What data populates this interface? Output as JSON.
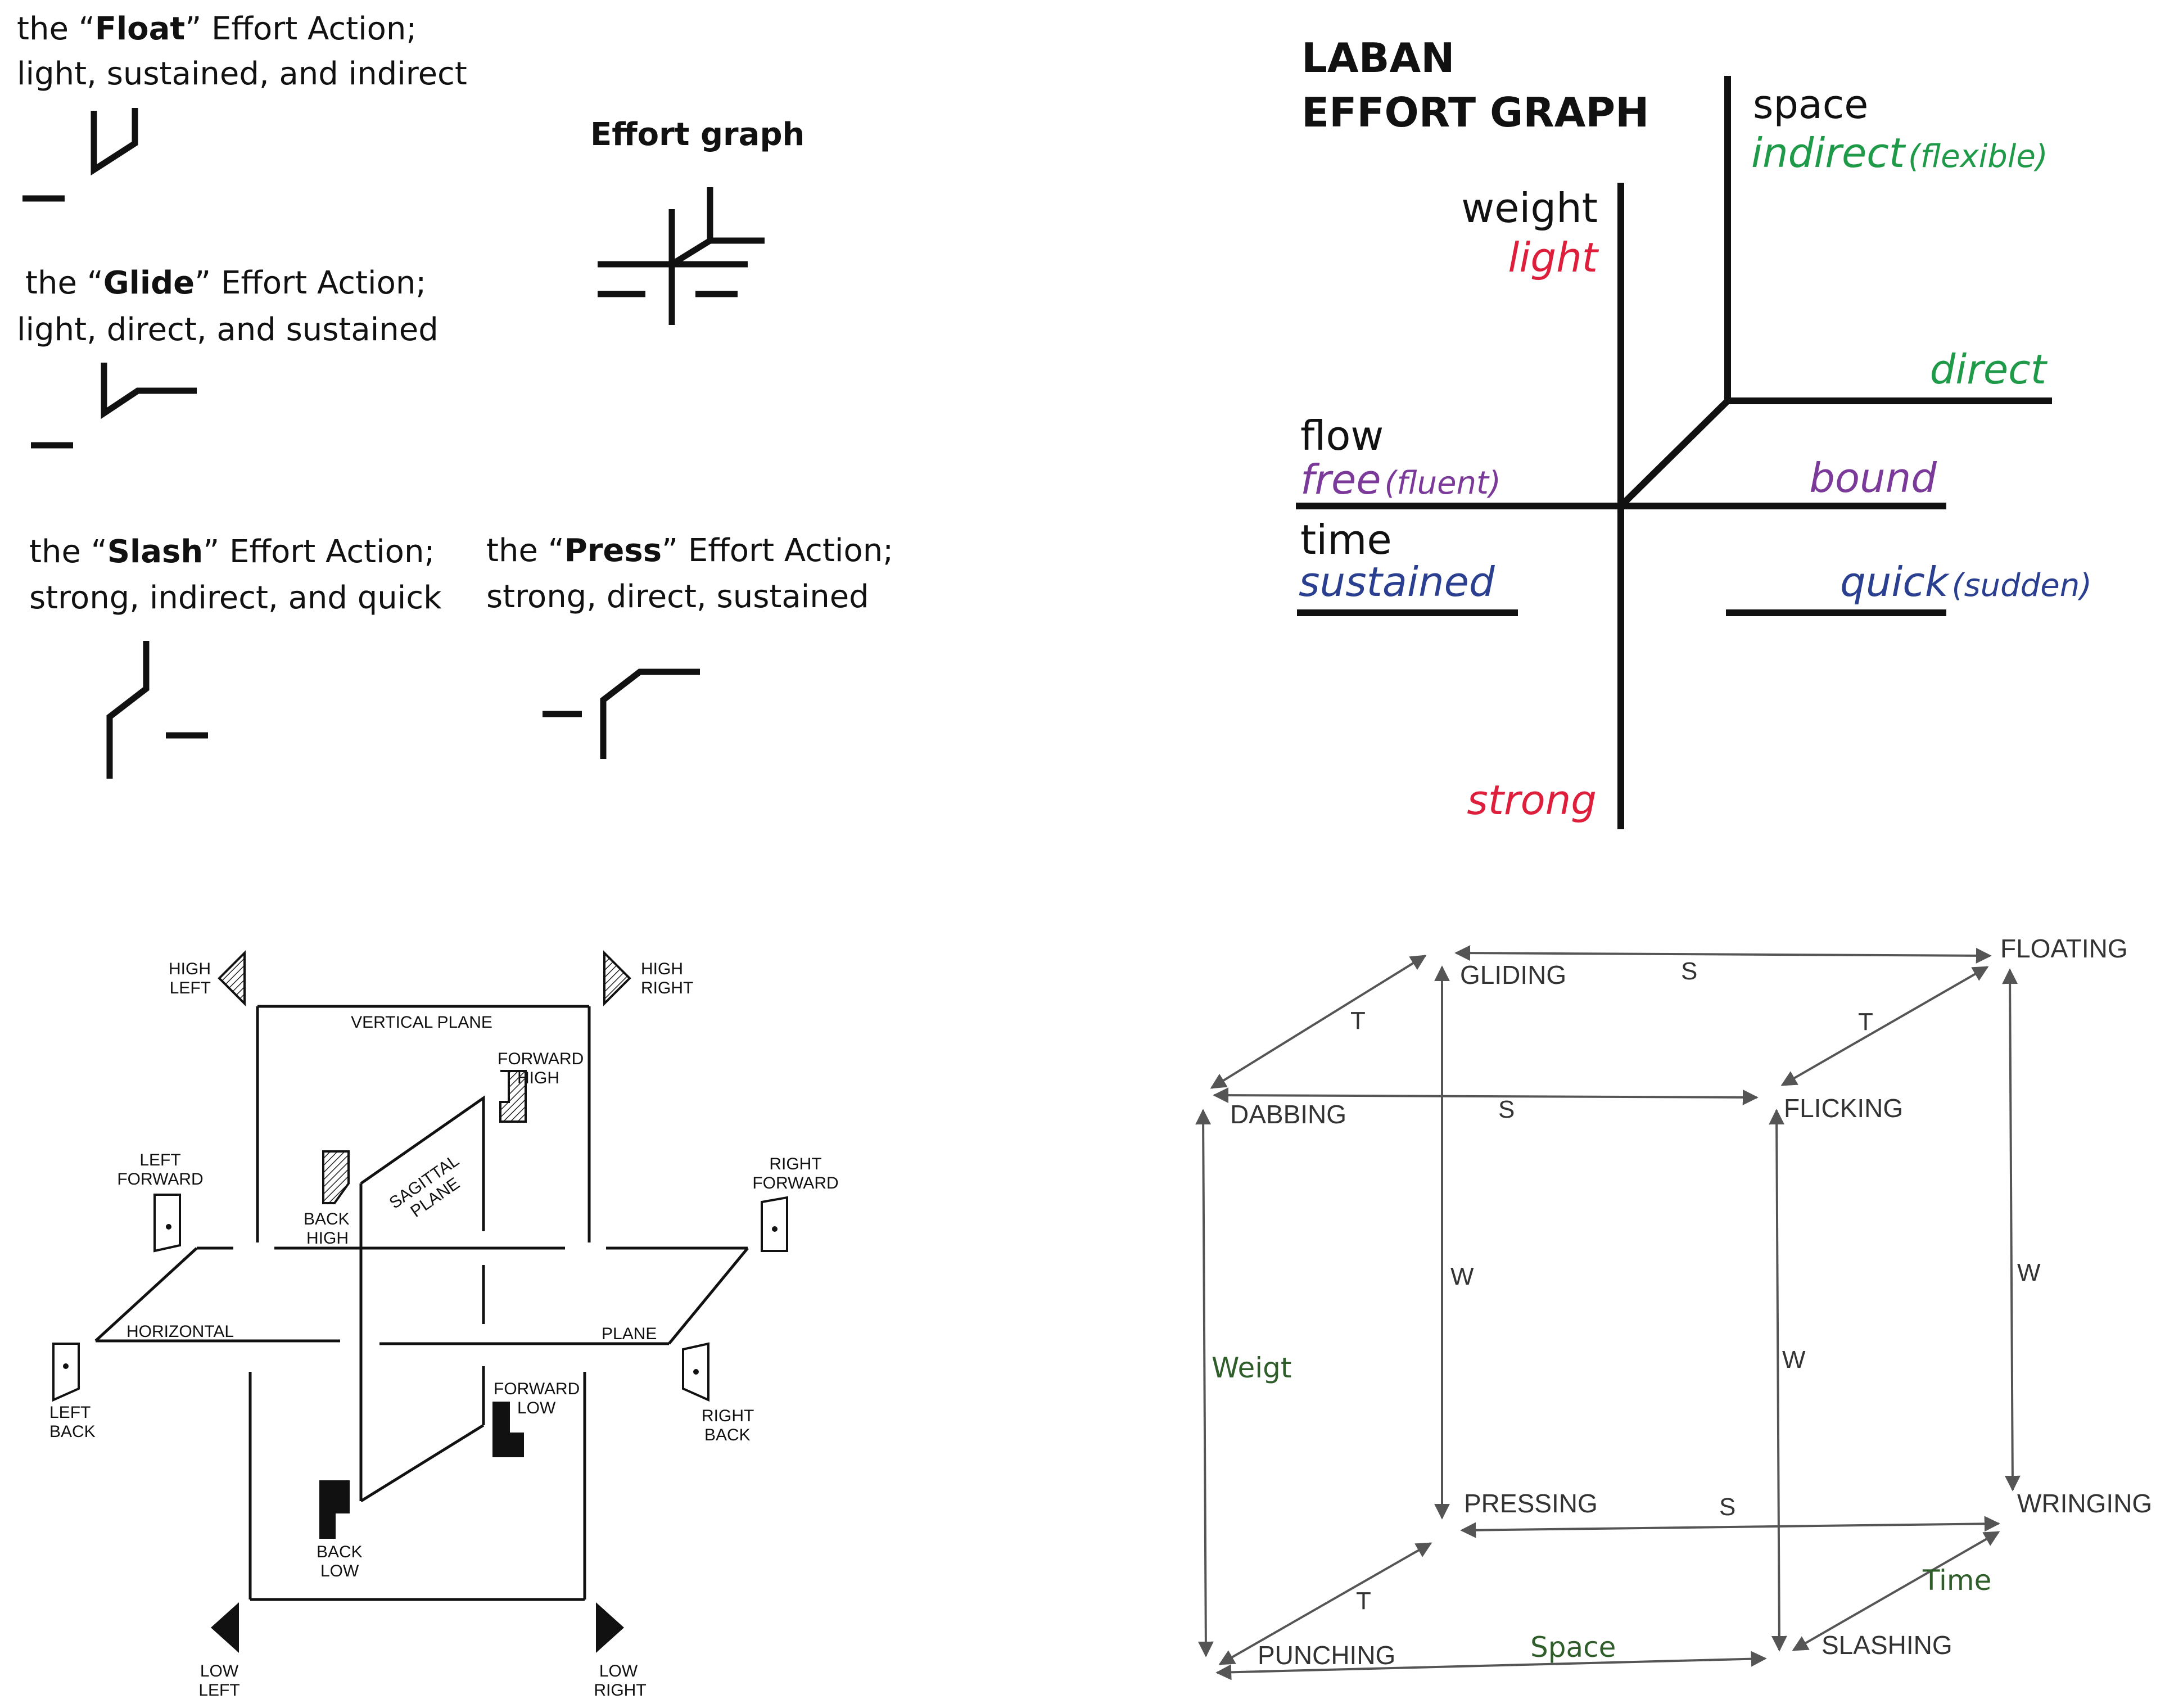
{
  "colors": {
    "ink": "#111111",
    "space_green": "#1e9a48",
    "weight_red": "#de1f3c",
    "flow_purple": "#7b3a9a",
    "time_blue": "#2a3f8f",
    "cube_green": "#2f5e2b"
  },
  "effort_actions": {
    "float": {
      "prefix": "the “",
      "name": "Float",
      "suffix": "” Effort Action;",
      "line2": "light, sustained, and indirect"
    },
    "glide": {
      "prefix": "the “",
      "name": "Glide",
      "suffix": "” Effort Action;",
      "line2": "light, direct, and sustained"
    },
    "slash": {
      "prefix": "the “",
      "name": "Slash",
      "suffix": "” Effort Action;",
      "line2": "strong, indirect, and quick"
    },
    "press": {
      "prefix": "the “",
      "name": "Press",
      "suffix": "” Effort Action;",
      "line2": "strong, direct, sustained"
    },
    "effort_graph_title": "Effort graph"
  },
  "laban_graph": {
    "title_line1": "LABAN",
    "title_line2": "EFFORT GRAPH",
    "space": "space",
    "indirect": "indirect",
    "flexible": "(flexible)",
    "direct": "direct",
    "weight": "weight",
    "light": "light",
    "strong": "strong",
    "flow": "flow",
    "free": "free",
    "fluent": "(fluent)",
    "bound": "bound",
    "time": "time",
    "sustained": "sustained",
    "quick": "quick",
    "sudden": "(sudden)"
  },
  "planes": {
    "high_left": [
      "HIGH",
      "LEFT"
    ],
    "high_right": [
      "HIGH",
      "RIGHT"
    ],
    "vertical_plane": "VERTICAL PLANE",
    "forward_high": [
      "FORWARD",
      "HIGH"
    ],
    "left_forward": [
      "LEFT",
      "FORWARD"
    ],
    "right_forward": [
      "RIGHT",
      "FORWARD"
    ],
    "back_high": [
      "BACK",
      "HIGH"
    ],
    "sagittal_plane": [
      "SAGITTAL",
      "PLANE"
    ],
    "horizontal": "HORIZONTAL",
    "plane": "PLANE",
    "left_back": [
      "LEFT",
      "BACK"
    ],
    "right_back": [
      "RIGHT",
      "BACK"
    ],
    "forward_low": [
      "FORWARD",
      "LOW"
    ],
    "back_low": [
      "BACK",
      "LOW"
    ],
    "low_left": [
      "LOW",
      "LEFT"
    ],
    "low_right": [
      "LOW",
      "RIGHT"
    ]
  },
  "cube": {
    "gliding": "GLIDING",
    "floating": "FLOATING",
    "dabbing": "DABBING",
    "flicking": "FLICKING",
    "pressing": "PRESSING",
    "wringing": "WRINGING",
    "punching": "PUNCHING",
    "slashing": "SLASHING",
    "s": "S",
    "t": "T",
    "w": "W",
    "weigt": "Weigt",
    "time": "Time",
    "space": "Space"
  }
}
